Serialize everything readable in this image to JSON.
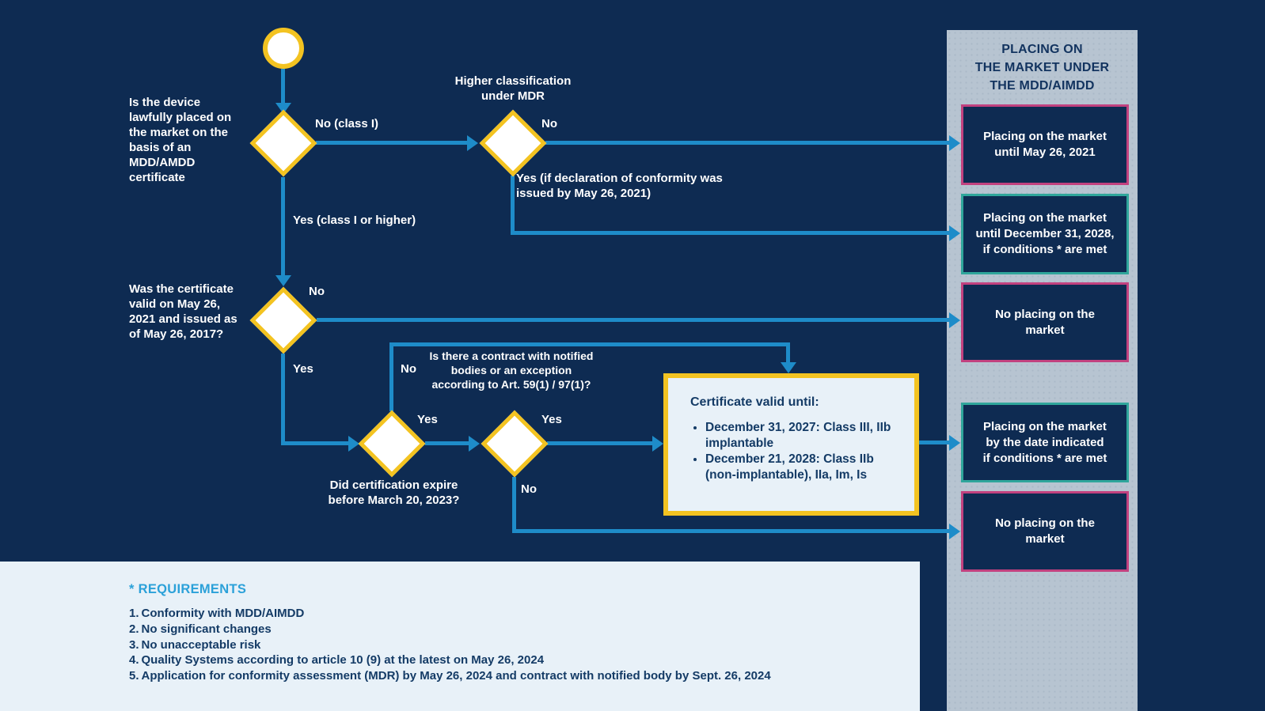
{
  "colors": {
    "background_navy": "#0e2b52",
    "connector_blue": "#1e8cc9",
    "node_yellow": "#f3c321",
    "outcome_pink_border": "#c2417f",
    "outcome_teal_border": "#2fa69b",
    "sidebar_gray": "#b7c4d1",
    "panel_light_blue": "#e8f1f8",
    "requirements_cyan": "#2ba1d9",
    "text_white": "#ffffff",
    "text_navy_on_light": "#143b66"
  },
  "flow": {
    "questions": {
      "q1": "Is the device\nlawfully placed on\nthe market on the\nbasis of an\nMDD/AMDD\ncertificate",
      "q2": "Higher classification\nunder MDR",
      "q3": "Was the certificate\nvalid on May 26,\n2021 and issued as\nof May 26, 2017?",
      "q4": "Did certification expire\nbefore March 20, 2023?",
      "q5": "Is there a contract with notified\nbodies or an exception\naccording to Art. 59(1) / 97(1)?"
    },
    "edge_labels": {
      "d1_no": "No (class I)",
      "d1_yes": "Yes (class I or higher)",
      "d2_no": "No",
      "d2_yes": "Yes (if declaration of conformity was\nissued by May 26, 2021)",
      "d3_no": "No",
      "d3_yes": "Yes",
      "d4_no": "No",
      "d4_yes": "Yes",
      "d5_yes": "Yes",
      "d5_no": "No"
    }
  },
  "certificate_box": {
    "title": "Certificate valid until:",
    "items": [
      "December 31, 2027: Class III, IIb implantable",
      "December 21, 2028: Class IIb (non-implantable), IIa, Im, Is"
    ]
  },
  "sidebar": {
    "title": "PLACING ON\nTHE MARKET UNDER\nTHE MDD/AIMDD",
    "boxes": [
      {
        "text": "Placing on the market\nuntil May 26, 2021",
        "border": "pink"
      },
      {
        "text": "Placing on the market\nuntil December 31, 2028,\nif conditions * are met",
        "border": "teal"
      },
      {
        "text": "No placing on the\nmarket",
        "border": "pink"
      },
      {
        "text": "Placing on the market\nby the date indicated\nif conditions * are met",
        "border": "teal"
      },
      {
        "text": "No placing on the\nmarket",
        "border": "pink"
      }
    ]
  },
  "requirements": {
    "title": "* REQUIREMENTS",
    "items": [
      {
        "num": "1.",
        "text": "Conformity with MDD/AIMDD"
      },
      {
        "num": "2.",
        "text": "No significant changes"
      },
      {
        "num": "3.",
        "text": "No unacceptable risk"
      },
      {
        "num": "4.",
        "text": "Quality Systems according to article 10 (9) at the latest on May 26, 2024"
      },
      {
        "num": "5.",
        "text": "Application for conformity assessment (MDR) by May 26, 2024 and contract with notified body by Sept. 26, 2024"
      }
    ]
  }
}
